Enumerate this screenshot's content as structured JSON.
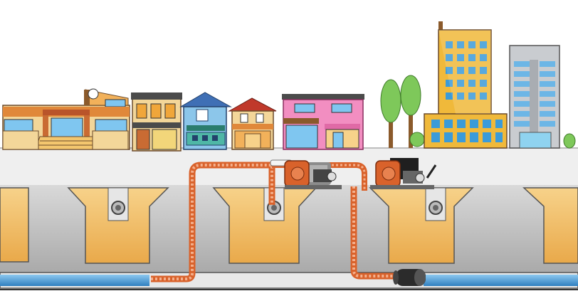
{
  "scene": {
    "description_visible_text": "",
    "colors": {
      "sky": "#ffffff",
      "road": "#f0f0f0",
      "ground": "#c8c8c8",
      "tank_fill": "#f5c46a",
      "tank_outline": "#555555",
      "water": "#5aa6d8",
      "hose": "#e87a4a",
      "pump": "#d9622b",
      "tree": "#7ec85a"
    },
    "icons": [
      "school-building",
      "shop-building",
      "blue-house",
      "orange-house",
      "pink-shop",
      "trees",
      "office-tower",
      "office-tower-2",
      "pump-unit-left",
      "pump-unit-right",
      "inspection-camera"
    ]
  }
}
